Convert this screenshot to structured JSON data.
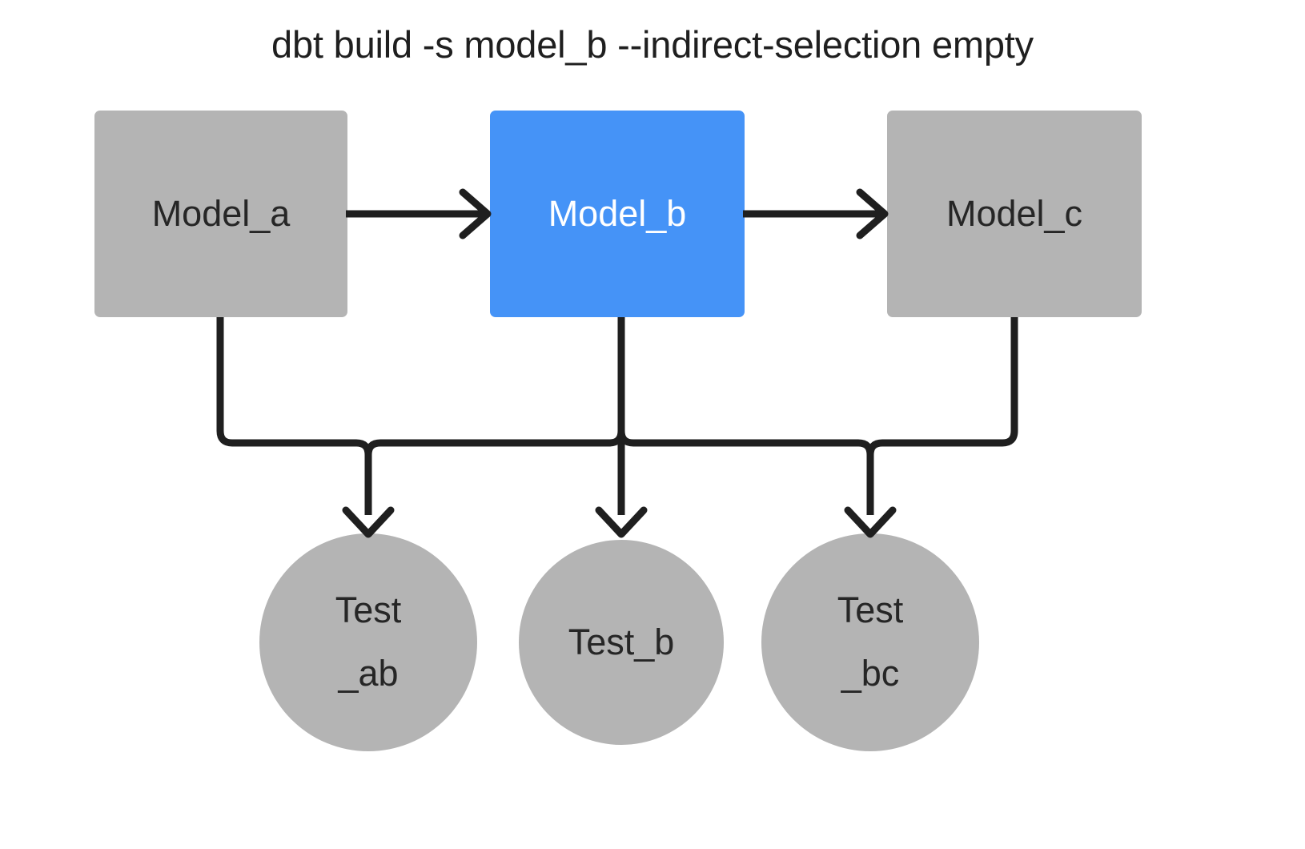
{
  "title": "dbt build -s model_b --indirect-selection empty",
  "colors": {
    "background": "#ffffff",
    "node_gray": "#b4b4b4",
    "node_selected_blue": "#4593f7",
    "edge_black": "#1f1f1f",
    "text_dark": "#262626",
    "text_light": "#ffffff"
  },
  "diagram": {
    "type": "dag",
    "models": [
      {
        "id": "model_a",
        "label": "Model_a",
        "shape": "rect",
        "state": "unselected",
        "fill": "#b4b4b4"
      },
      {
        "id": "model_b",
        "label": "Model_b",
        "shape": "rect",
        "state": "selected",
        "fill": "#4593f7"
      },
      {
        "id": "model_c",
        "label": "Model_c",
        "shape": "rect",
        "state": "unselected",
        "fill": "#b4b4b4"
      }
    ],
    "tests": [
      {
        "id": "test_ab",
        "label_line1": "Test",
        "label_line2": "_ab",
        "shape": "circle",
        "state": "unselected",
        "fill": "#b4b4b4"
      },
      {
        "id": "test_b",
        "label_line1": "Test_b",
        "label_line2": "",
        "shape": "circle",
        "state": "unselected",
        "fill": "#b4b4b4"
      },
      {
        "id": "test_bc",
        "label_line1": "Test",
        "label_line2": "_bc",
        "shape": "circle",
        "state": "unselected",
        "fill": "#b4b4b4"
      }
    ],
    "edges": [
      {
        "from": "model_a",
        "to": "model_b",
        "style": "straight-arrow"
      },
      {
        "from": "model_b",
        "to": "model_c",
        "style": "straight-arrow"
      },
      {
        "from": "model_a",
        "to": "test_ab",
        "style": "elbow-arrow"
      },
      {
        "from": "model_b",
        "to": "test_ab",
        "style": "elbow-arrow"
      },
      {
        "from": "model_b",
        "to": "test_b",
        "style": "straight-arrow"
      },
      {
        "from": "model_b",
        "to": "test_bc",
        "style": "elbow-arrow"
      },
      {
        "from": "model_c",
        "to": "test_bc",
        "style": "elbow-arrow"
      }
    ]
  }
}
